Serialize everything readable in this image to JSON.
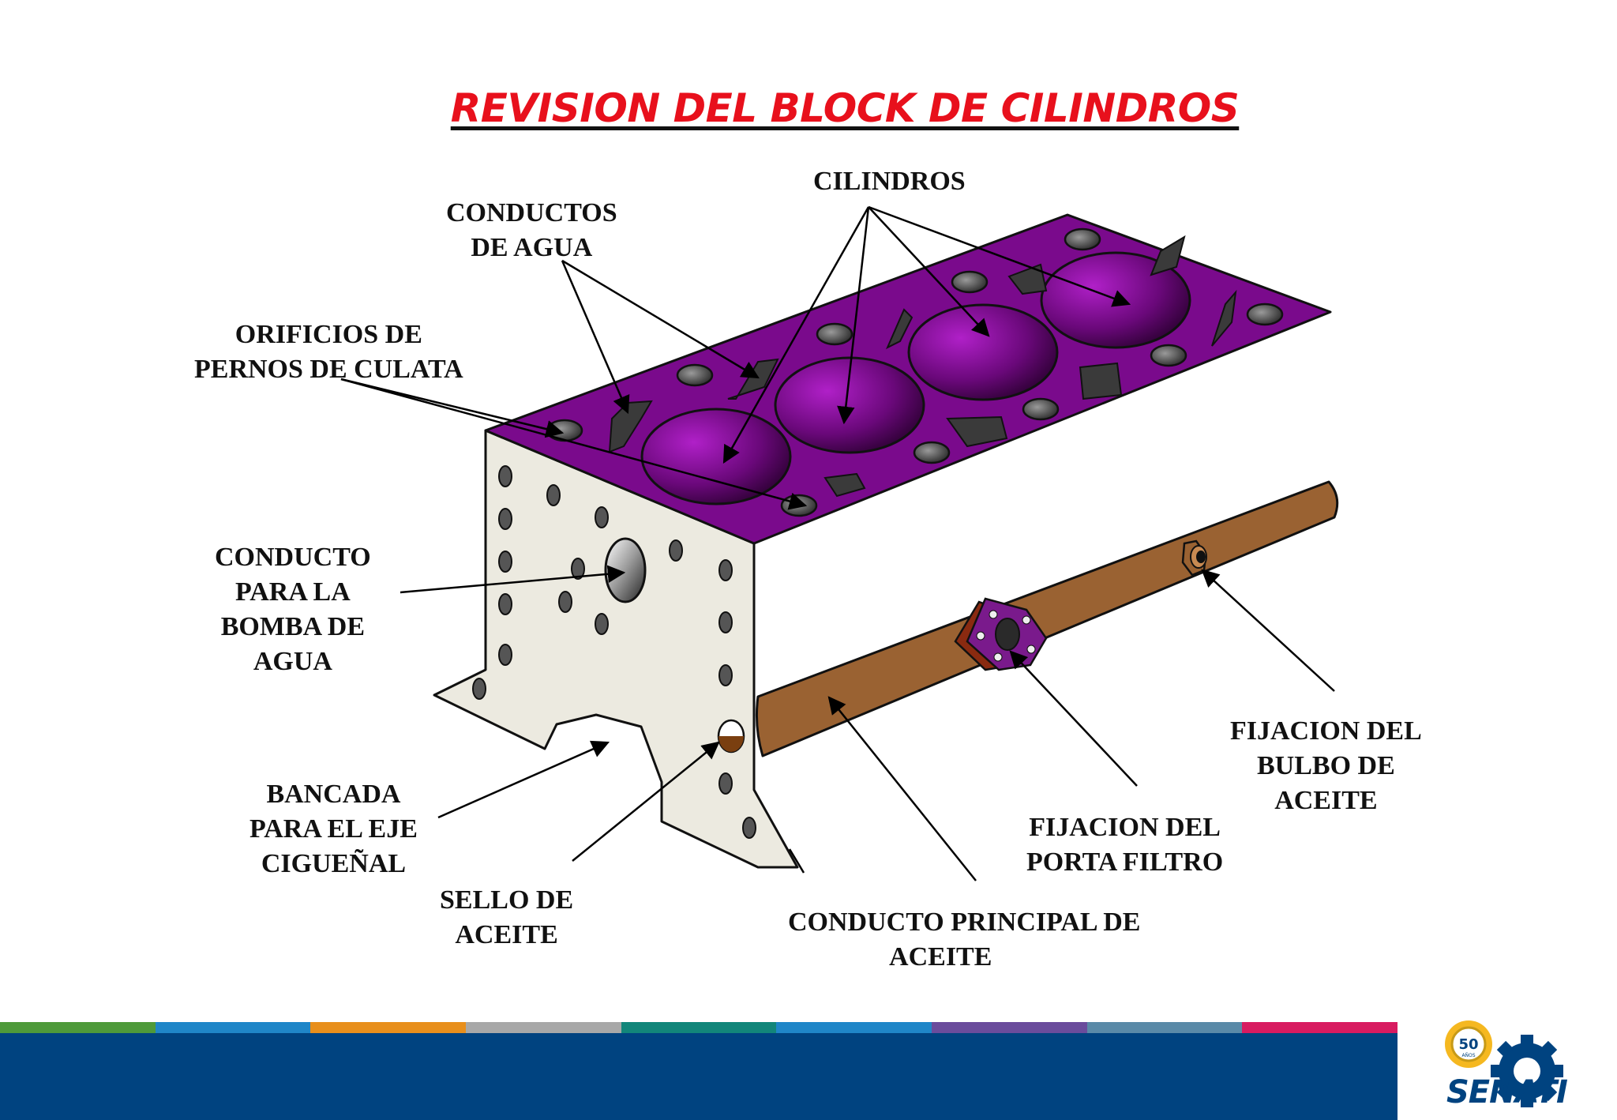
{
  "title": "REVISION DEL BLOCK DE CILINDROS",
  "labels": {
    "cilindros": [
      "CILINDROS"
    ],
    "conductos_agua": [
      "CONDUCTOS",
      "DE AGUA"
    ],
    "orificios_pernos": [
      "ORIFICIOS DE",
      "PERNOS DE CULATA"
    ],
    "conducto_bomba": [
      "CONDUCTO",
      "PARA LA",
      "BOMBA DE",
      "AGUA"
    ],
    "bancada": [
      "BANCADA",
      "PARA EL EJE",
      "CIGUEÑAL"
    ],
    "sello_aceite": [
      "SELLO DE",
      "ACEITE"
    ],
    "conducto_principal": [
      "CONDUCTO PRINCIPAL  DE",
      "ACEITE"
    ],
    "fijacion_porta_filtro": [
      "FIJACION DEL",
      "PORTA FILTRO"
    ],
    "fijacion_bulbo": [
      "FIJACION DEL",
      "BULBO DE",
      "ACEITE"
    ]
  },
  "logo": {
    "brand": "SENATI",
    "badge": "50",
    "badge_sub": "AÑOS"
  },
  "colors": {
    "title": "#e8101c",
    "deck": "#7a0a8c",
    "block": "#eceae0",
    "oil_gallery": "#9a6232",
    "footer": "#004380",
    "stripes": [
      "#4e9a3a",
      "#1f86c8",
      "#e88f1c",
      "#a8a8a8",
      "#12867a",
      "#1f86c8",
      "#6a4c9c",
      "#5a8aa8",
      "#d81b60"
    ]
  }
}
